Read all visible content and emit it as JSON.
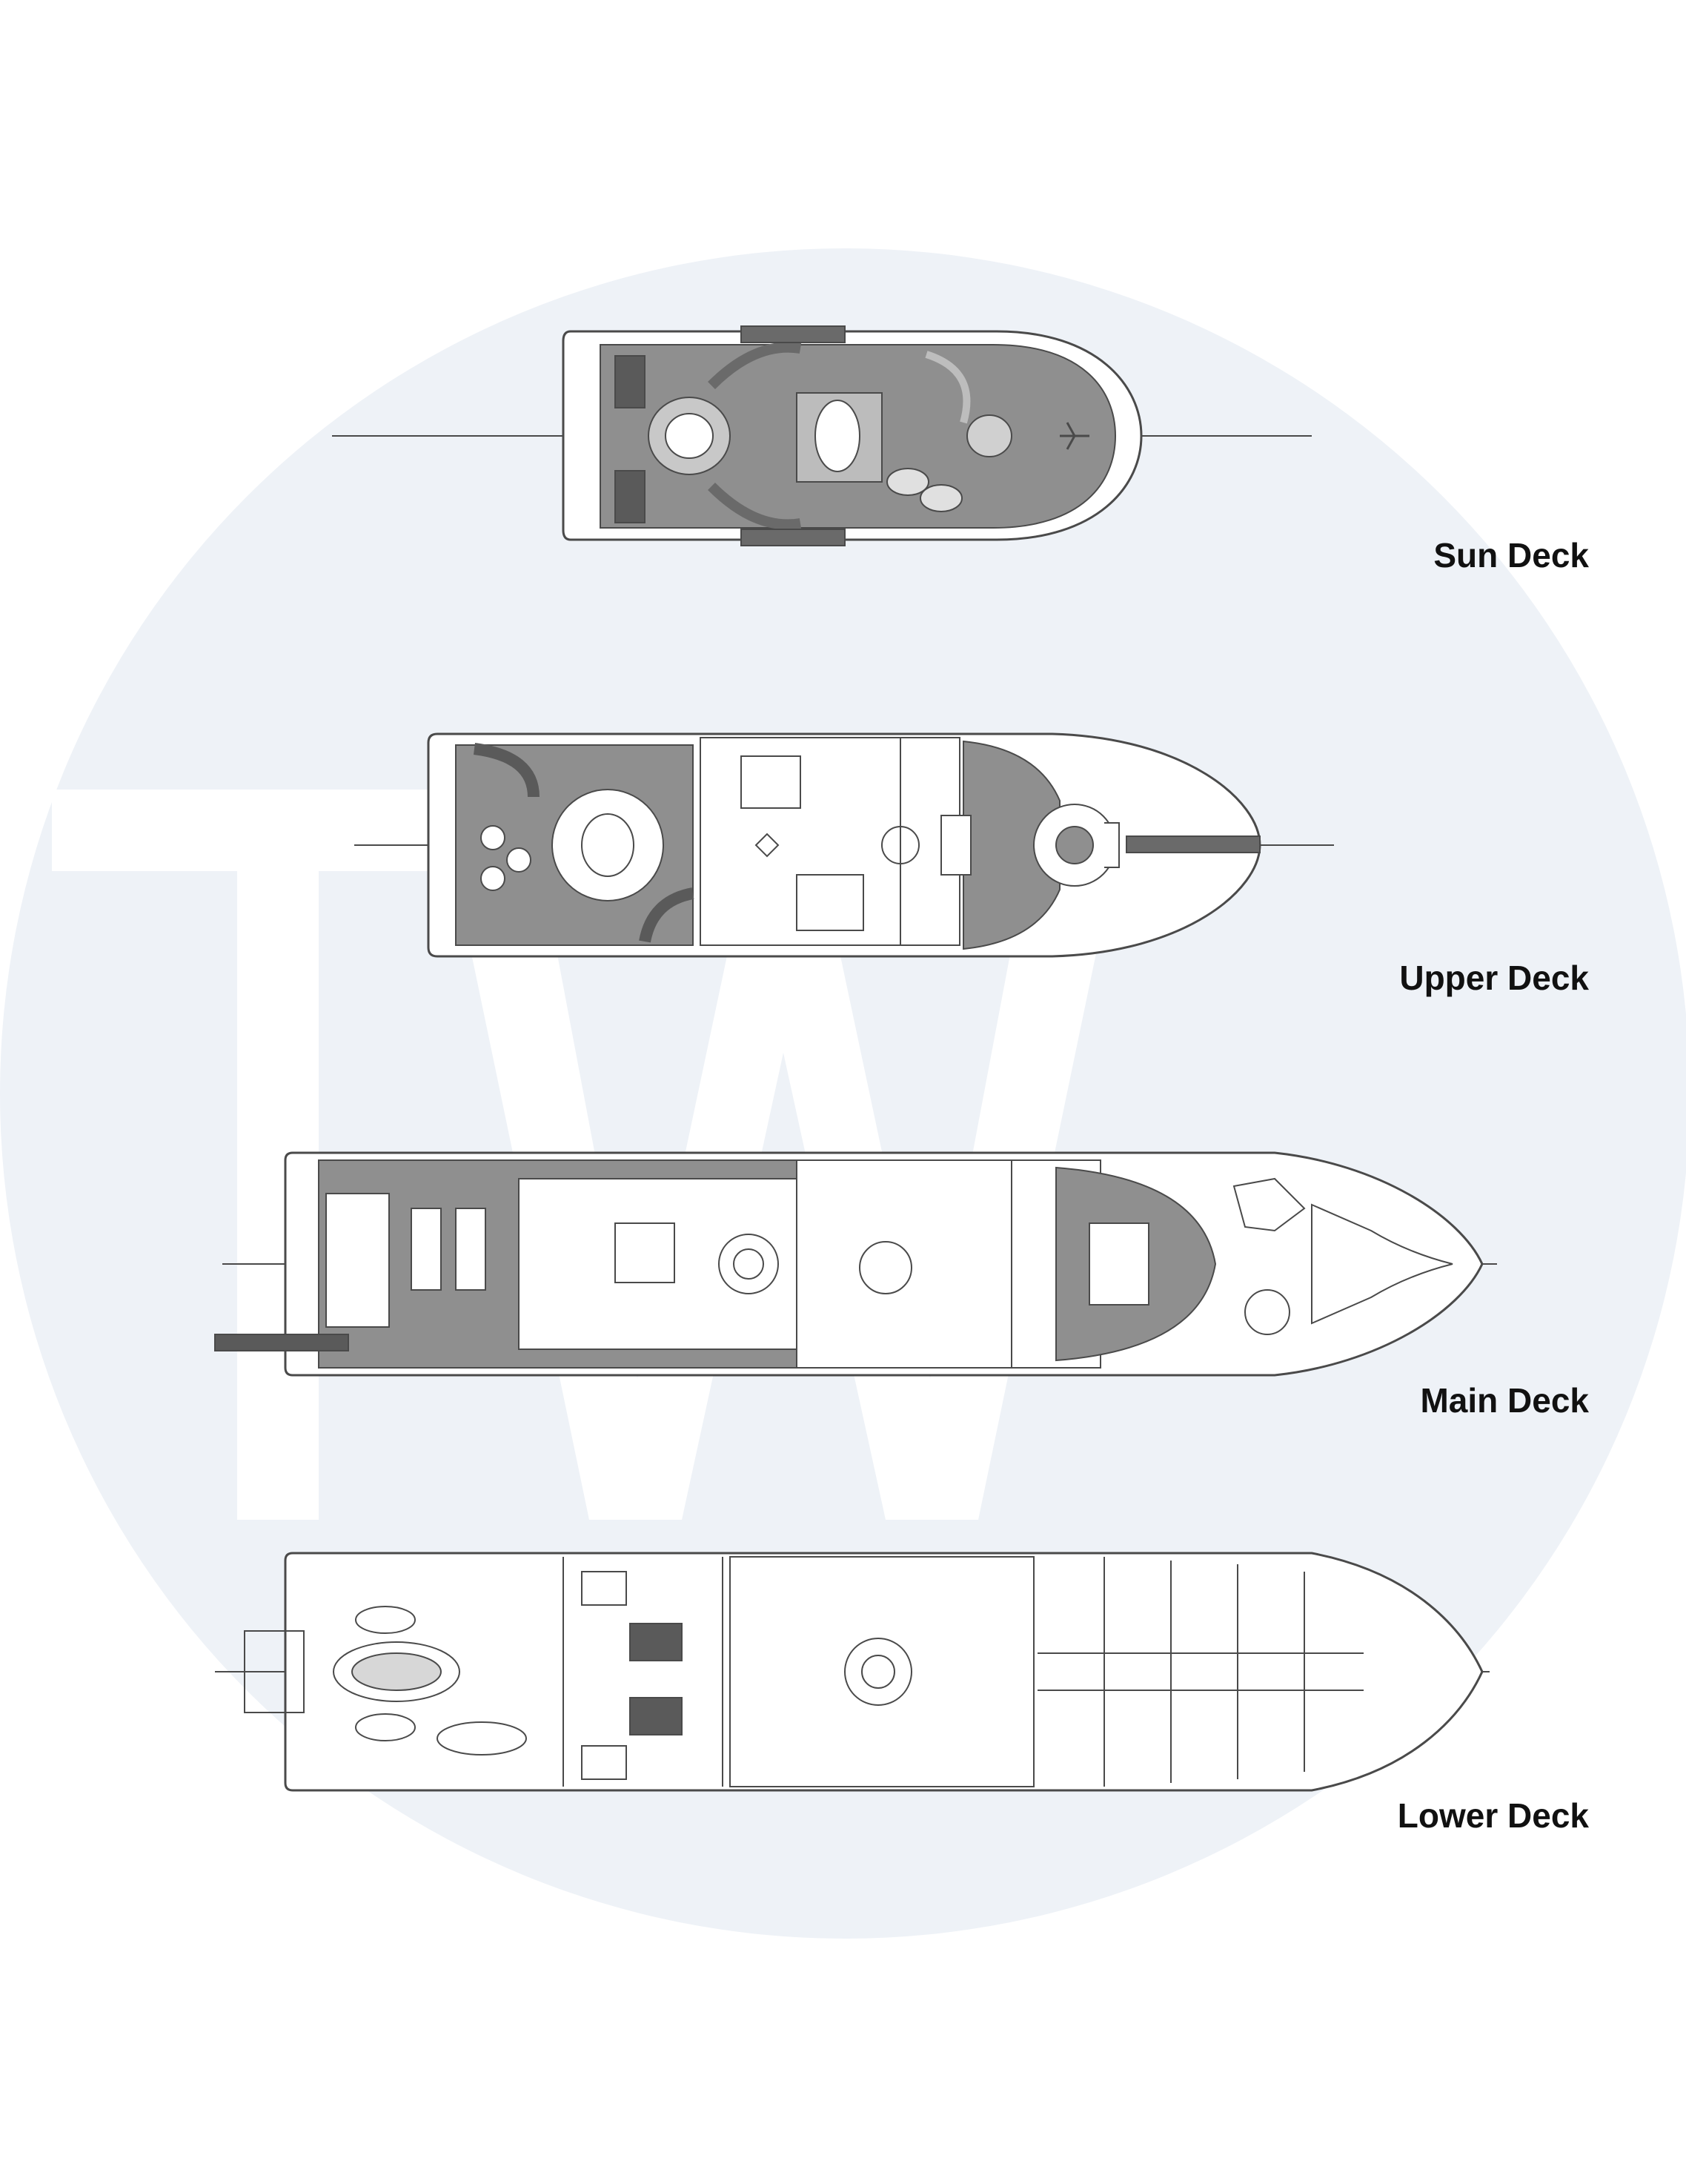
{
  "decks": [
    {
      "id": "sun",
      "label": "Sun Deck"
    },
    {
      "id": "upper",
      "label": "Upper Deck"
    },
    {
      "id": "main",
      "label": "Main Deck"
    },
    {
      "id": "lower",
      "label": "Lower Deck"
    }
  ],
  "watermark": {
    "text": "TW",
    "circle_color": "#eef2f7",
    "letter_color": "#ffffff"
  },
  "colors": {
    "line": "#4a4a4a",
    "deck_fill": "#8c8c8c",
    "hull_fill": "#ffffff"
  }
}
